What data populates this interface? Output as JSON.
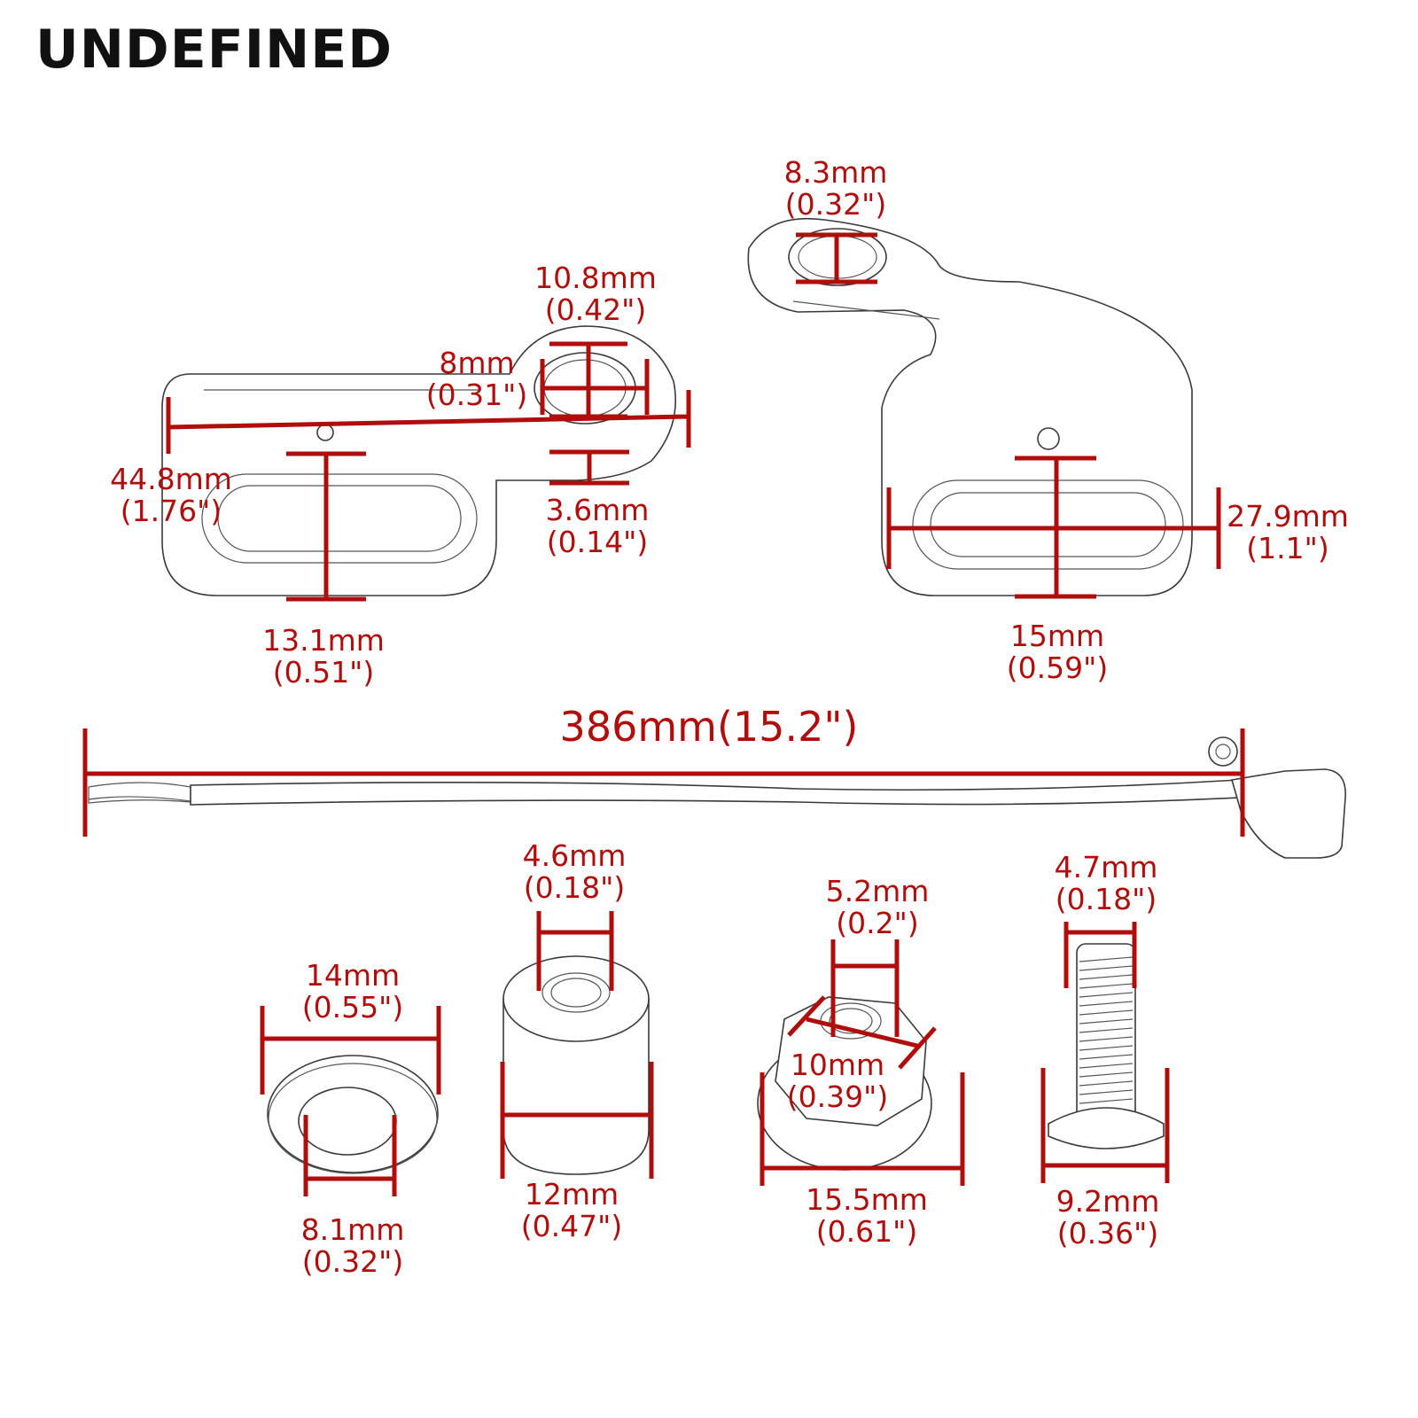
{
  "brand": "UNDEFINED",
  "colors": {
    "dimension": "#b00d0d",
    "outline": "#3a3a3a",
    "brand": "#111111"
  },
  "dimensions": {
    "bracket_left_length": {
      "mm": "44.8mm",
      "inch": "(1.76\")"
    },
    "bracket_left_ring_outer": {
      "mm": "10.8mm",
      "inch": "(0.42\")"
    },
    "bracket_left_hole": {
      "mm": "8mm",
      "inch": "(0.31\")"
    },
    "bracket_left_thickness": {
      "mm": "3.6mm",
      "inch": "(0.14\")"
    },
    "bracket_left_height": {
      "mm": "13.1mm",
      "inch": "(0.51\")"
    },
    "bracket_right_hole": {
      "mm": "8.3mm",
      "inch": "(0.32\")"
    },
    "bracket_right_width": {
      "mm": "27.9mm",
      "inch": "(1.1\")"
    },
    "bracket_right_height": {
      "mm": "15mm",
      "inch": "(0.59\")"
    },
    "cable_length": {
      "text": "386mm(15.2\")"
    },
    "washer_outer": {
      "mm": "14mm",
      "inch": "(0.55\")"
    },
    "washer_inner": {
      "mm": "8.1mm",
      "inch": "(0.32\")"
    },
    "spacer_hole": {
      "mm": "4.6mm",
      "inch": "(0.18\")"
    },
    "spacer_diameter": {
      "mm": "12mm",
      "inch": "(0.47\")"
    },
    "nut_hole": {
      "mm": "5.2mm",
      "inch": "(0.2\")"
    },
    "nut_hex": {
      "mm": "10mm",
      "inch": "(0.39\")"
    },
    "nut_flange": {
      "mm": "15.5mm",
      "inch": "(0.61\")"
    },
    "bolt_thread": {
      "mm": "4.7mm",
      "inch": "(0.18\")"
    },
    "bolt_head": {
      "mm": "9.2mm",
      "inch": "(0.36\")"
    }
  }
}
